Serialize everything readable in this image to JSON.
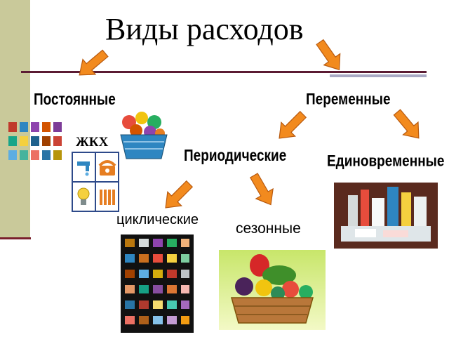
{
  "title": "Виды расходов",
  "nodes": {
    "permanent": "Постоянные",
    "variable": "Переменные",
    "periodic": "Периодические",
    "one_time": "Единовременные",
    "housing": "ЖКХ",
    "cyclical": "циклические",
    "seasonal": "сезонные"
  },
  "colors": {
    "arrow": "#f28a1e",
    "sidebar": "#c9c99a",
    "rule": "#5b1b33"
  }
}
